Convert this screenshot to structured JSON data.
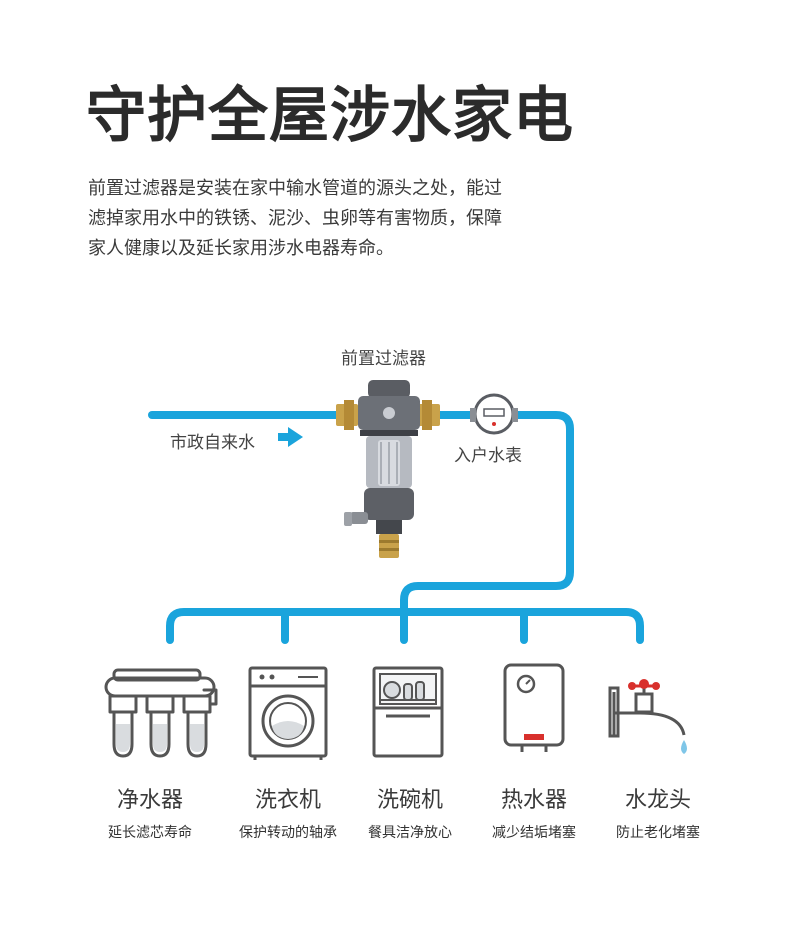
{
  "heading": "守护全屋涉水家电",
  "description_lines": [
    "前置过滤器是安装在家中输水管道的源头之处，能过",
    "滤掉家用水中的铁锈、泥沙、虫卵等有害物质，保障",
    "家人健康以及延长家用涉水电器寿命。"
  ],
  "labels": {
    "filter": "前置过滤器",
    "city_water": "市政自来水",
    "meter": "入户水表"
  },
  "colors": {
    "pipe": "#1aa4dc",
    "icon_stroke": "#555555",
    "brass": "#c9a24a",
    "accent_red": "#d8302c",
    "droplet": "#7fc6e8"
  },
  "appliances": [
    {
      "name": "净水器",
      "desc": "延长滤芯寿命",
      "icon": "water-purifier-icon"
    },
    {
      "name": "洗衣机",
      "desc": "保护转动的轴承",
      "icon": "washing-machine-icon"
    },
    {
      "name": "洗碗机",
      "desc": "餐具洁净放心",
      "icon": "dishwasher-icon"
    },
    {
      "name": "热水器",
      "desc": "减少结垢堵塞",
      "icon": "water-heater-icon"
    },
    {
      "name": "水龙头",
      "desc": "防止老化堵塞",
      "icon": "faucet-icon"
    }
  ]
}
